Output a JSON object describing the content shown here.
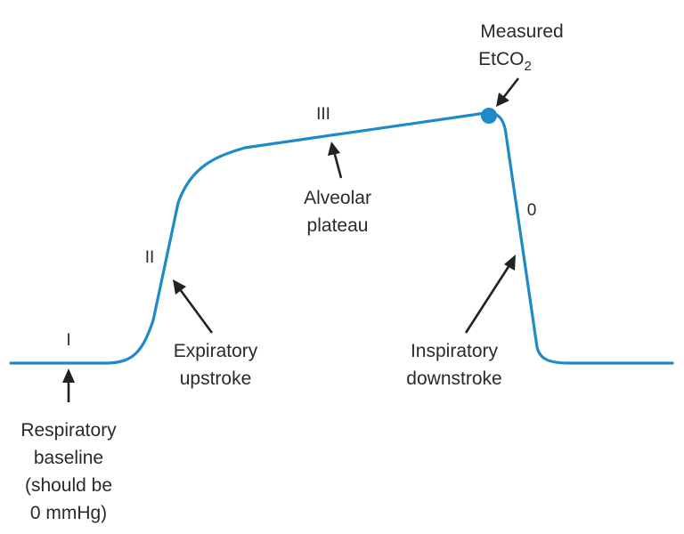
{
  "colors": {
    "waveform": "#1f8ac7",
    "text": "#2a2a2a",
    "arrow": "#222222"
  },
  "phases": {
    "p1": "I",
    "p2": "II",
    "p3": "III",
    "p0": "0"
  },
  "labels": {
    "baseline_line1": "Respiratory",
    "baseline_line2": "baseline",
    "baseline_line3": "(should be",
    "baseline_line4": "0 mmHg)",
    "upstroke_line1": "Expiratory",
    "upstroke_line2": "upstroke",
    "plateau_line1": "Alveolar",
    "plateau_line2": "plateau",
    "downstroke_line1": "Inspiratory",
    "downstroke_line2": "downstroke",
    "measured_line1": "Measured",
    "measured_main": "EtCO",
    "measured_sub": "2"
  }
}
